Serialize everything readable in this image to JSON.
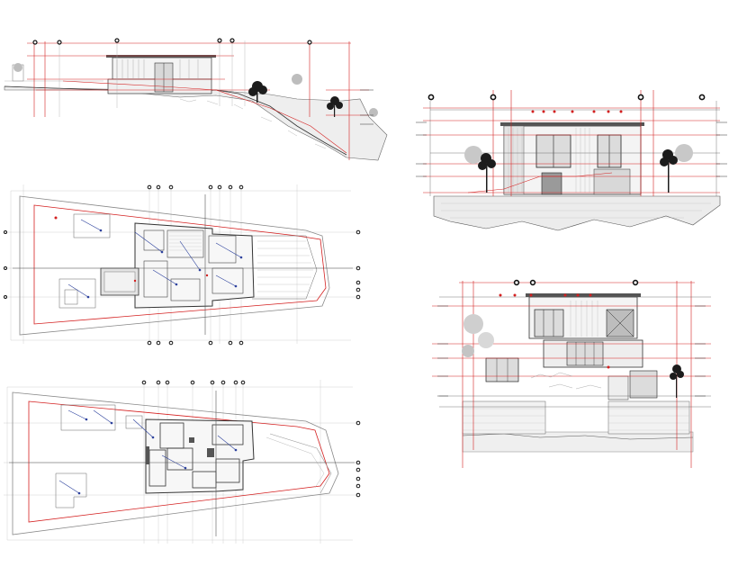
{
  "sheet": {
    "background": "#ffffff",
    "colors": {
      "line": "#3a3a3a",
      "thin": "#9a9a9a",
      "grid": "#c8c8c8",
      "red": "#d42020",
      "blue": "#2a3f9c",
      "fill": "#e6e6e6",
      "tree": "#1c1c1c"
    }
  },
  "drawings": [
    {
      "id": "section-long",
      "type": "site-section",
      "has_trees": true,
      "has_levels": true
    },
    {
      "id": "plan-upper",
      "type": "floor-plan",
      "has_pool": true,
      "has_grid": true
    },
    {
      "id": "plan-lower",
      "type": "floor-plan",
      "has_pool": false,
      "has_grid": true
    },
    {
      "id": "elevation-front",
      "type": "elevation",
      "has_trees": true,
      "has_levels": true
    },
    {
      "id": "elevation-side",
      "type": "elevation",
      "has_trees": true,
      "has_levels": true
    }
  ]
}
